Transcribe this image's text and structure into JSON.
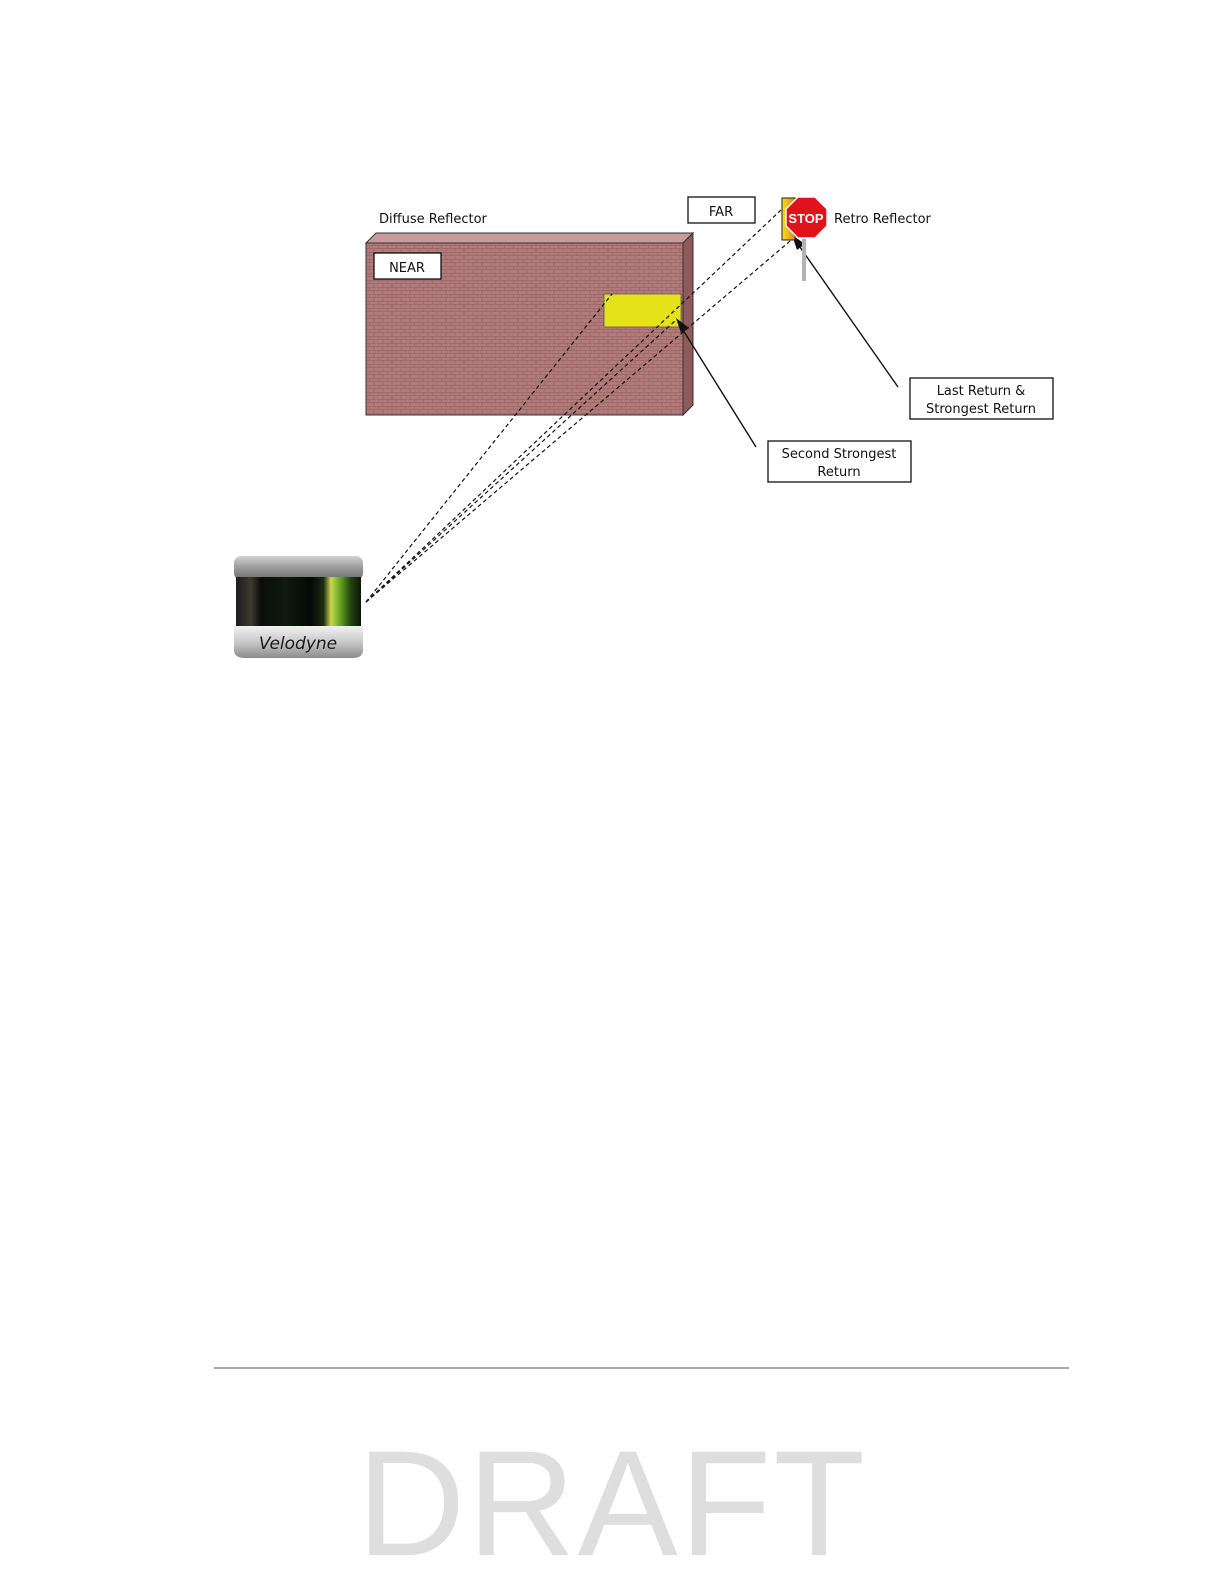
{
  "labels": {
    "diffuse_reflector": "Diffuse Reflector",
    "near": "NEAR",
    "far": "FAR",
    "retro_reflector": "Retro Reflector",
    "last_strongest": [
      "Last Return &",
      "Strongest Return"
    ],
    "second_strongest": [
      "Second Strongest",
      "Return"
    ]
  },
  "sensor": {
    "brand": "Velodyne",
    "icon": "lidar-sensor-icon"
  },
  "sign": {
    "text": "STOP",
    "icon": "stop-sign-icon",
    "color": "#e0121b"
  },
  "wall": {
    "color": "#b27b7b",
    "patch_color": "#e6e219"
  },
  "watermark": "DRAFT"
}
